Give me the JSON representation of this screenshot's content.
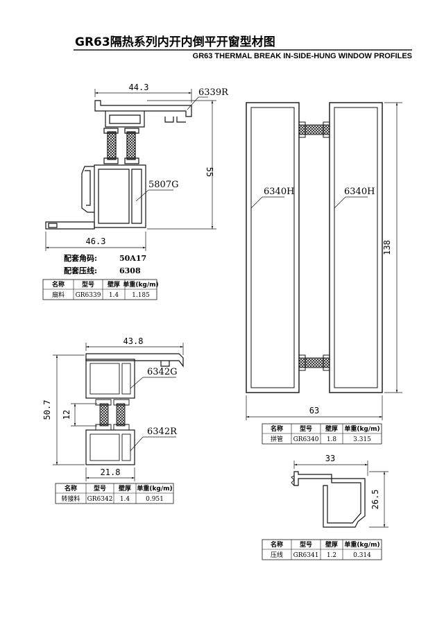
{
  "title": {
    "cn": "GR63隔热系列内开内倒平开窗型材图",
    "en": "GR63 THERMAL BREAK IN-SIDE-HUNG WINDOW PROFILES"
  },
  "profile_sash": {
    "dim_top": "44.3",
    "dim_height": "55",
    "dim_bottom": "46.3",
    "code_top": "6339R",
    "code_mid": "5807G"
  },
  "accessories": {
    "corner_label": "配套角码:",
    "corner_value": "50A17",
    "bead_label": "配套压线:",
    "bead_value": "6308"
  },
  "table_headers": [
    "名称",
    "型号",
    "壁厚",
    "单重(kg/m)"
  ],
  "table_sash": [
    "扇料",
    "GR6339",
    "1.4",
    "1.185"
  ],
  "profile_mullion": {
    "code_left": "6340H",
    "code_right": "6340H",
    "dim_height": "138",
    "dim_width": "63"
  },
  "table_mullion": [
    "拼管",
    "GR6340",
    "1.8",
    "3.315"
  ],
  "profile_adapter": {
    "dim_top": "43.8",
    "dim_height": "50.7",
    "dim_break": "12",
    "dim_bottom": "21.8",
    "code_top": "6342G",
    "code_bottom": "6342R"
  },
  "table_adapter": [
    "转接料",
    "GR6342",
    "1.4",
    "0.951"
  ],
  "profile_bead": {
    "dim_width": "33",
    "dim_height": "26.5"
  },
  "table_bead": [
    "压线",
    "GR6341",
    "1.2",
    "0.314"
  ]
}
